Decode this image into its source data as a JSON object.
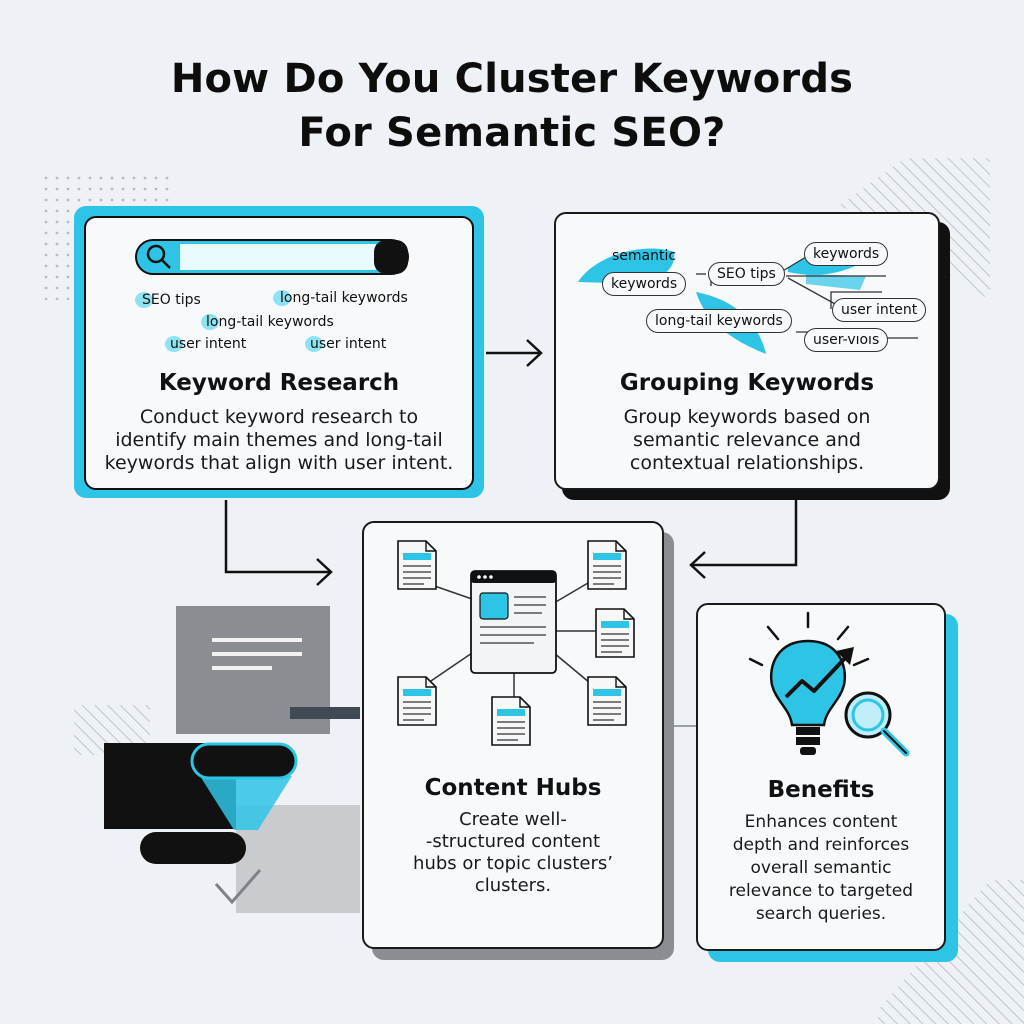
{
  "title": {
    "line1": "How Do You Cluster Keywords",
    "line2": "For Semantic SEO?"
  },
  "colors": {
    "accent": "#2ec4e6",
    "ink": "#111111",
    "background": "#eef2f6",
    "gray": "#8a8d91"
  },
  "keyword_research": {
    "heading": "Keyword Research",
    "desc": [
      "Conduct keyword research to",
      "identify main themes and long-tail",
      "keywords that align with user intent."
    ],
    "tags": [
      "SEO tips",
      "long-tail keywords",
      "long-tail keywords",
      "user intent",
      "user intent"
    ],
    "icon": "search-icon"
  },
  "grouping_keywords": {
    "heading": "Grouping Keywords",
    "desc": [
      "Group keywords based on",
      "semantic relevance and",
      "contextual relationships."
    ],
    "tags": [
      "semantic",
      "keywords",
      "SEO tips",
      "keywords",
      "user intent",
      "long-tail keywords",
      "user-vıoıs"
    ]
  },
  "content_hubs": {
    "heading": "Content Hubs",
    "desc": [
      "Create well-",
      "-structured content",
      "hubs or topic clusters’",
      "clusters."
    ]
  },
  "benefits": {
    "heading": "Benefits",
    "desc": [
      "Enhances content",
      "depth and reinforces",
      "overall semantic",
      "relevance to targeted",
      "search queries."
    ],
    "icon": "lightbulb-growth-icon"
  }
}
